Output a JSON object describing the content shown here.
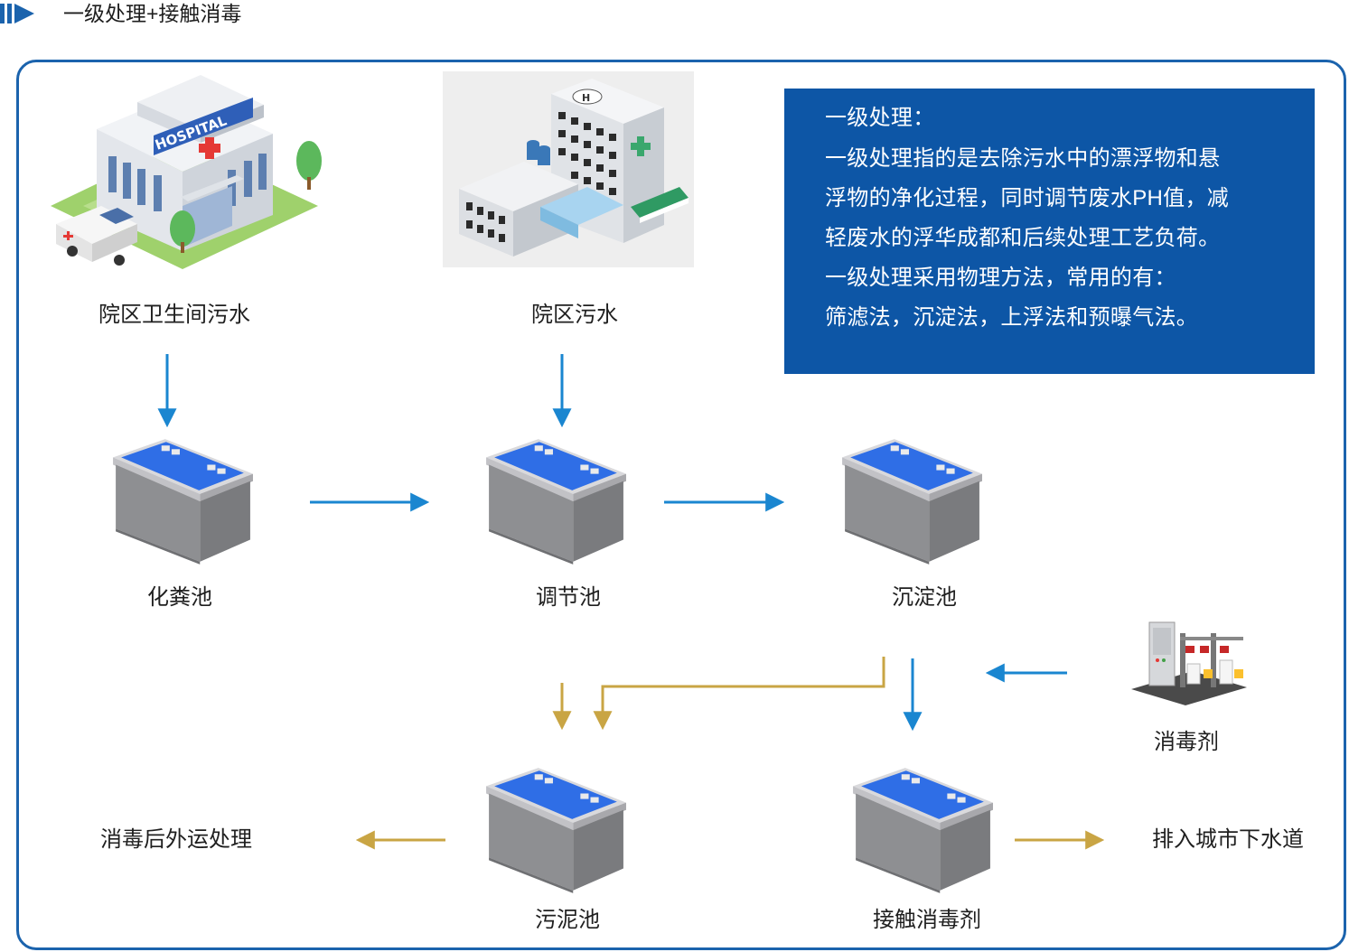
{
  "header": {
    "title": "一级处理+接触消毒"
  },
  "info": {
    "title": "一级处理：",
    "lines": [
      "一级处理指的是去除污水中的漂浮物和悬",
      "浮物的净化过程，同时调节废水PH值，减",
      "轻废水的浮华成都和后续处理工艺负荷。",
      "一级处理采用物理方法，常用的有：",
      "筛滤法，沉淀法，上浮法和预曝气法。"
    ]
  },
  "nodes": {
    "hospital_toilet": "院区卫生间污水",
    "hospital_sewage": "院区污水",
    "septic_tank": "化粪池",
    "regulating_tank": "调节池",
    "sedimentation_tank": "沉淀池",
    "disinfectant": "消毒剂",
    "sludge_tank": "污泥池",
    "contact_disinfection": "接触消毒剂",
    "outbound": "消毒后外运处理",
    "discharge": "排入城市下水道"
  },
  "illustrations": {
    "hospital_1_sign": "HOSPITAL"
  },
  "colors": {
    "frame": "#1b63ad",
    "info_bg": "#0d56a6",
    "water_flow": "#1a86d0",
    "sludge_flow": "#c9a544",
    "tank_water": "#2f6ee6",
    "tank_body": "#8e8f92"
  }
}
